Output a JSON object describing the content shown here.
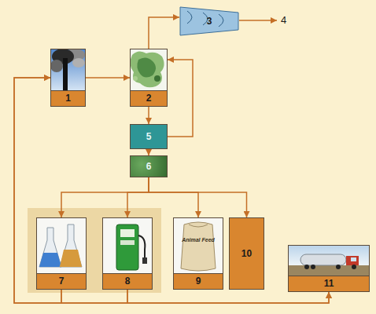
{
  "diagram": {
    "nodes": [
      {
        "text": [
          "1"
        ]
      },
      {
        "text": [
          "2"
        ]
      },
      {
        "text": [
          "3"
        ]
      },
      {
        "text": [
          "5"
        ]
      },
      {
        "text": [
          "6"
        ]
      },
      {
        "text": [
          "7"
        ]
      },
      {
        "text": [
          "8"
        ]
      },
      {
        "text": [
          "Animal Feed",
          "9"
        ]
      },
      {
        "text": [
          "10"
        ]
      },
      {
        "text": [
          "11"
        ]
      }
    ],
    "edges": [
      {
        "from": 0,
        "to": 1,
        "arrow": "to"
      },
      {
        "from": 1,
        "to": 2,
        "arrow": "to"
      },
      {
        "from": 1,
        "to": 3,
        "arrow": "to"
      },
      {
        "from": 3,
        "to": 1,
        "arrow": "to"
      },
      {
        "from": 3,
        "to": 4,
        "arrow": "to"
      },
      {
        "from": 4,
        "to": 5,
        "arrow": "to"
      },
      {
        "from": 4,
        "to": 6,
        "arrow": "to"
      },
      {
        "from": 4,
        "to": 7,
        "arrow": "to"
      },
      {
        "from": 4,
        "to": 8,
        "arrow": "to"
      },
      {
        "from": 5,
        "to": 0,
        "arrow": "to"
      },
      {
        "from": 6,
        "to": 0,
        "arrow": "to"
      },
      {
        "from": 5,
        "to": 9,
        "arrow": "to"
      },
      {
        "from": 6,
        "to": 9,
        "arrow": "to"
      }
    ],
    "labels": [
      "4"
    ]
  }
}
